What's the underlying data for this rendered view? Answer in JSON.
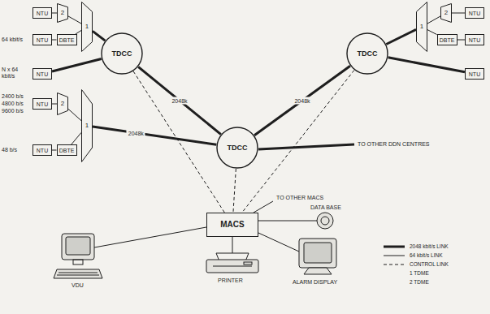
{
  "diagram": {
    "nodes": [
      {
        "text": [
          "NTU"
        ]
      },
      {
        "text": [
          "2"
        ]
      },
      {
        "text": [
          "1"
        ]
      },
      {
        "text": [
          "NTU"
        ]
      },
      {
        "text": [
          "DBTE"
        ]
      },
      {
        "text": [
          "NTU"
        ]
      },
      {
        "text": [
          "TDCC"
        ]
      },
      {
        "text": [
          "TDCC"
        ]
      },
      {
        "text": [
          "1"
        ]
      },
      {
        "text": [
          "2"
        ]
      },
      {
        "text": [
          "NTU"
        ]
      },
      {
        "text": [
          "DBTE"
        ]
      },
      {
        "text": [
          "NTU"
        ]
      },
      {
        "text": [
          "NTU"
        ]
      },
      {
        "text": [
          "NTU"
        ]
      },
      {
        "text": [
          "2"
        ]
      },
      {
        "text": [
          "1"
        ]
      },
      {
        "text": [
          "NTU"
        ]
      },
      {
        "text": [
          "DBTE"
        ]
      },
      {
        "text": [
          "TDCC"
        ]
      },
      {
        "text": [
          "MACS"
        ]
      }
    ],
    "edges": [
      {
        "from": 0,
        "to": 1,
        "arrow": "none"
      },
      {
        "from": 1,
        "to": 2,
        "arrow": "none"
      },
      {
        "from": 3,
        "to": 4,
        "arrow": "none"
      },
      {
        "from": 4,
        "to": 2,
        "arrow": "none"
      },
      {
        "from": 2,
        "to": 6,
        "arrow": "none"
      },
      {
        "from": 5,
        "to": 6,
        "arrow": "none"
      },
      {
        "from": 10,
        "to": 9,
        "arrow": "none"
      },
      {
        "from": 9,
        "to": 8,
        "arrow": "none"
      },
      {
        "from": 12,
        "to": 11,
        "arrow": "none"
      },
      {
        "from": 11,
        "to": 8,
        "arrow": "none"
      },
      {
        "from": 8,
        "to": 7,
        "arrow": "none"
      },
      {
        "from": 13,
        "to": 7,
        "arrow": "none"
      },
      {
        "from": 14,
        "to": 15,
        "arrow": "none"
      },
      {
        "from": 15,
        "to": 16,
        "arrow": "none"
      },
      {
        "from": 17,
        "to": 18,
        "arrow": "none"
      },
      {
        "from": 18,
        "to": 16,
        "arrow": "none"
      },
      {
        "from": 6,
        "to": 19,
        "label": "2048k",
        "arrow": "none"
      },
      {
        "from": 7,
        "to": 19,
        "label": "2048k",
        "arrow": "none"
      },
      {
        "from": 16,
        "to": 19,
        "label": "2048k",
        "arrow": "none"
      },
      {
        "from": 6,
        "to": 20,
        "arrow": "none"
      },
      {
        "from": 19,
        "to": 20,
        "arrow": "none"
      },
      {
        "from": 7,
        "to": 20,
        "arrow": "none"
      }
    ],
    "labels": [
      "64 kbit/s",
      "N x 64 kbit/s",
      "2400 b/s",
      "4800 b/s",
      "9600 b/s",
      "48 b/s",
      "TO OTHER DDN CENTRES",
      "TO OTHER MACS",
      "DATA BASE",
      "VDU",
      "PRINTER",
      "ALARM DISPLAY"
    ],
    "legend": [
      {
        "text": "2048 kbit/s LINK"
      },
      {
        "text": "64 kbit/s LINK"
      },
      {
        "text": "CONTROL LINK"
      },
      {
        "text": "1 TDME"
      },
      {
        "text": "2 TDME"
      }
    ]
  }
}
